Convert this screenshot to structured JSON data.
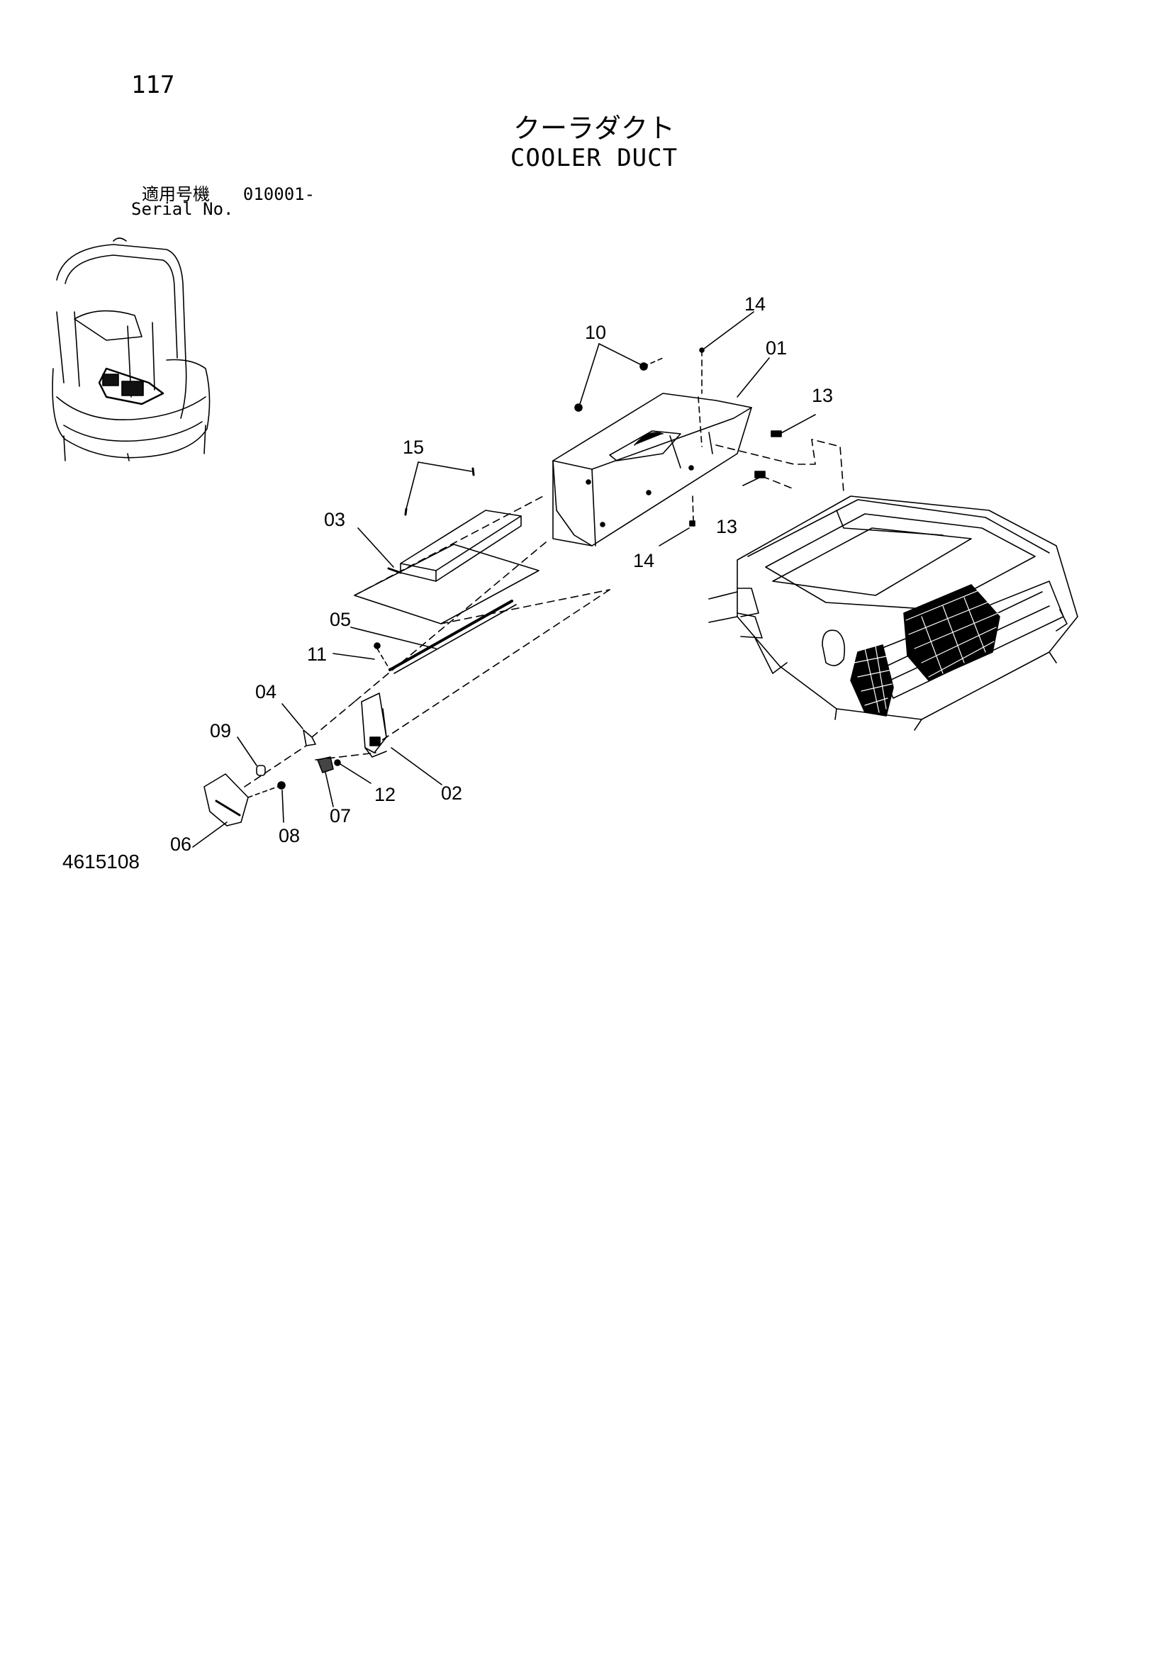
{
  "page": {
    "number": "117",
    "title_jp": "クーラダクト",
    "title_en": "COOLER DUCT",
    "serial_label_jp": "適用号機",
    "serial_value": "010001-",
    "serial_label_en": "Serial No.",
    "drawing_number": "4615108"
  },
  "callouts": {
    "p01": "01",
    "p02": "02",
    "p03": "03",
    "p04": "04",
    "p05": "05",
    "p06": "06",
    "p07": "07",
    "p08": "08",
    "p09": "09",
    "p10": "10",
    "p11": "11",
    "p12": "12",
    "p13a": "13",
    "p13b": "13",
    "p14a": "14",
    "p14b": "14",
    "p15": "15"
  },
  "colors": {
    "line": "#000000",
    "background": "#ffffff"
  }
}
